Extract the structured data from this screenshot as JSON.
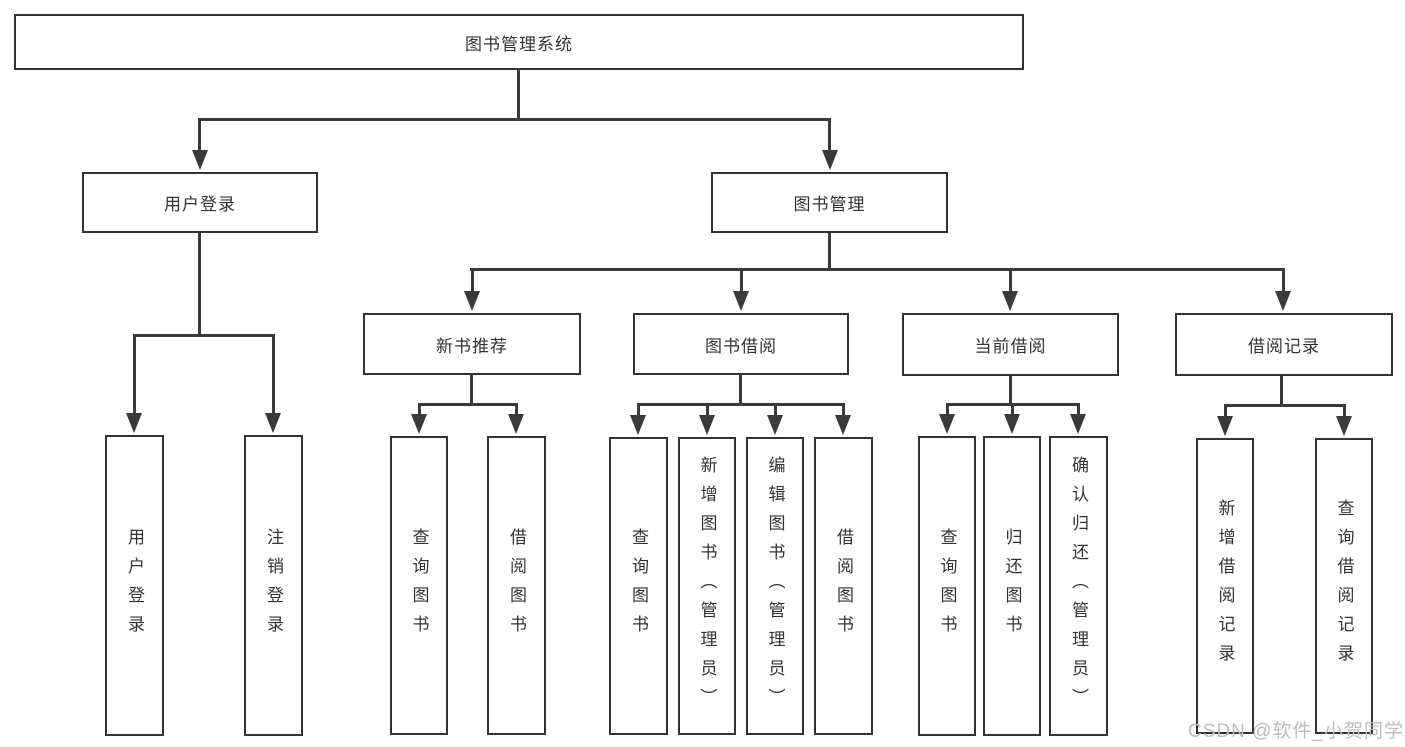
{
  "colors": {
    "line": "#3a3a3a",
    "box_border": "#333333",
    "text": "#333333",
    "watermark": "#bdbdbd",
    "background": "#ffffff"
  },
  "nodes": {
    "root": "图书管理系统",
    "user_login": "用户登录",
    "book_mgmt": "图书管理",
    "new_book": "新书推荐",
    "book_borrow": "图书借阅",
    "current_borrow": "当前借阅",
    "borrow_record": "借阅记录"
  },
  "leaves": {
    "user_login": [
      "用户登录",
      "注销登录"
    ],
    "new_book": [
      "查询图书",
      "借阅图书"
    ],
    "book_borrow": [
      "查询图书",
      "新增图书（管理员）",
      "编辑图书（管理员）",
      "借阅图书"
    ],
    "current_borrow": [
      "查询图书",
      "归还图书",
      "确认归还（管理员）"
    ],
    "borrow_record": [
      "新增借阅记录",
      "查询借阅记录"
    ]
  },
  "watermark": "CSDN @软件_小贺同学"
}
